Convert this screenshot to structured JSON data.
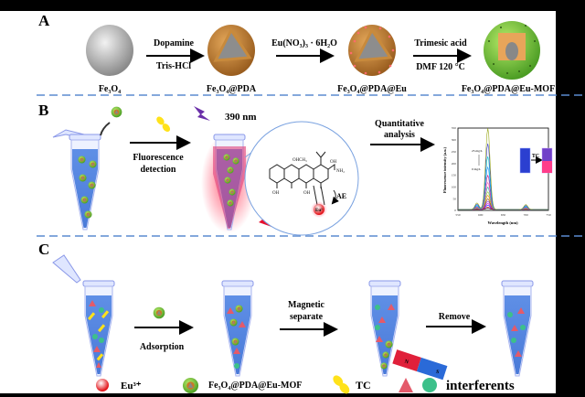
{
  "panels": {
    "a": "A",
    "b": "B",
    "c": "C"
  },
  "section_a": {
    "materials": [
      "Fe₃O₄",
      "Fe₃O₄@PDA",
      "Fe₃O₄@PDA@Eu",
      "Fe₃O₄@PDA@Eu-MOF"
    ],
    "step1_top": "Dopamine",
    "step1_bottom": "Tris-HCl",
    "step2_top": "Eu(NO₃)₃ · 6H₂O",
    "step3_top": "Trimesic acid",
    "step3_bottom": "DMF  120 °C"
  },
  "section_b": {
    "step1_line1": "Fluorescence",
    "step1_line2": "detection",
    "excitation": "390 nm",
    "step2_line1": "Quantitative",
    "step2_line2": "analysis",
    "molecule_labels": {
      "oh": "OH",
      "ch3": "CH₃",
      "nh2": "NH₂",
      "ae": "AE",
      "eu": "Eu³"
    },
    "vial_arrow_label": "TC",
    "colors": {
      "vial_before": "#2b3fd0",
      "vial_after": "#ff3d8a"
    }
  },
  "section_c": {
    "step1": "Adsorption",
    "step2_line1": "Magnetic",
    "step2_line2": "separate",
    "step3": "Remove",
    "magnet_n": "N",
    "magnet_s": "S"
  },
  "legend": {
    "eu": "Eu³⁺",
    "mof": "Fe₃O₄@PDA@Eu-MOF",
    "tc": "TC",
    "interferents": "interferents"
  },
  "chart_data": {
    "type": "line",
    "xlabel": "Wavelength (nm)",
    "ylabel": "Fluorescence intensity (a.u.)",
    "xlim": [
      550,
      750
    ],
    "ylim": [
      0,
      350
    ],
    "xticks": [
      "550",
      "600",
      "650",
      "700",
      "750"
    ],
    "yticks": [
      "0",
      "50",
      "100",
      "150",
      "200",
      "250",
      "300",
      "350"
    ],
    "annotation_top": "25 mg/L",
    "annotation_bottom": "0 mg/L",
    "peak_wavelength": 616,
    "series_peaks": [
      5,
      10,
      18,
      25,
      35,
      45,
      60,
      75,
      95,
      115,
      145,
      180,
      225,
      280,
      345
    ],
    "colors": [
      "#000000",
      "#e0001b",
      "#0022ff",
      "#d000d0",
      "#8a2be2",
      "#7b4a12",
      "#ff7f00",
      "#9acd32",
      "#20b2aa",
      "#ff69b4",
      "#c71585",
      "#1e90ff",
      "#00ced1",
      "#3a3ad0",
      "#9aa81c"
    ]
  }
}
